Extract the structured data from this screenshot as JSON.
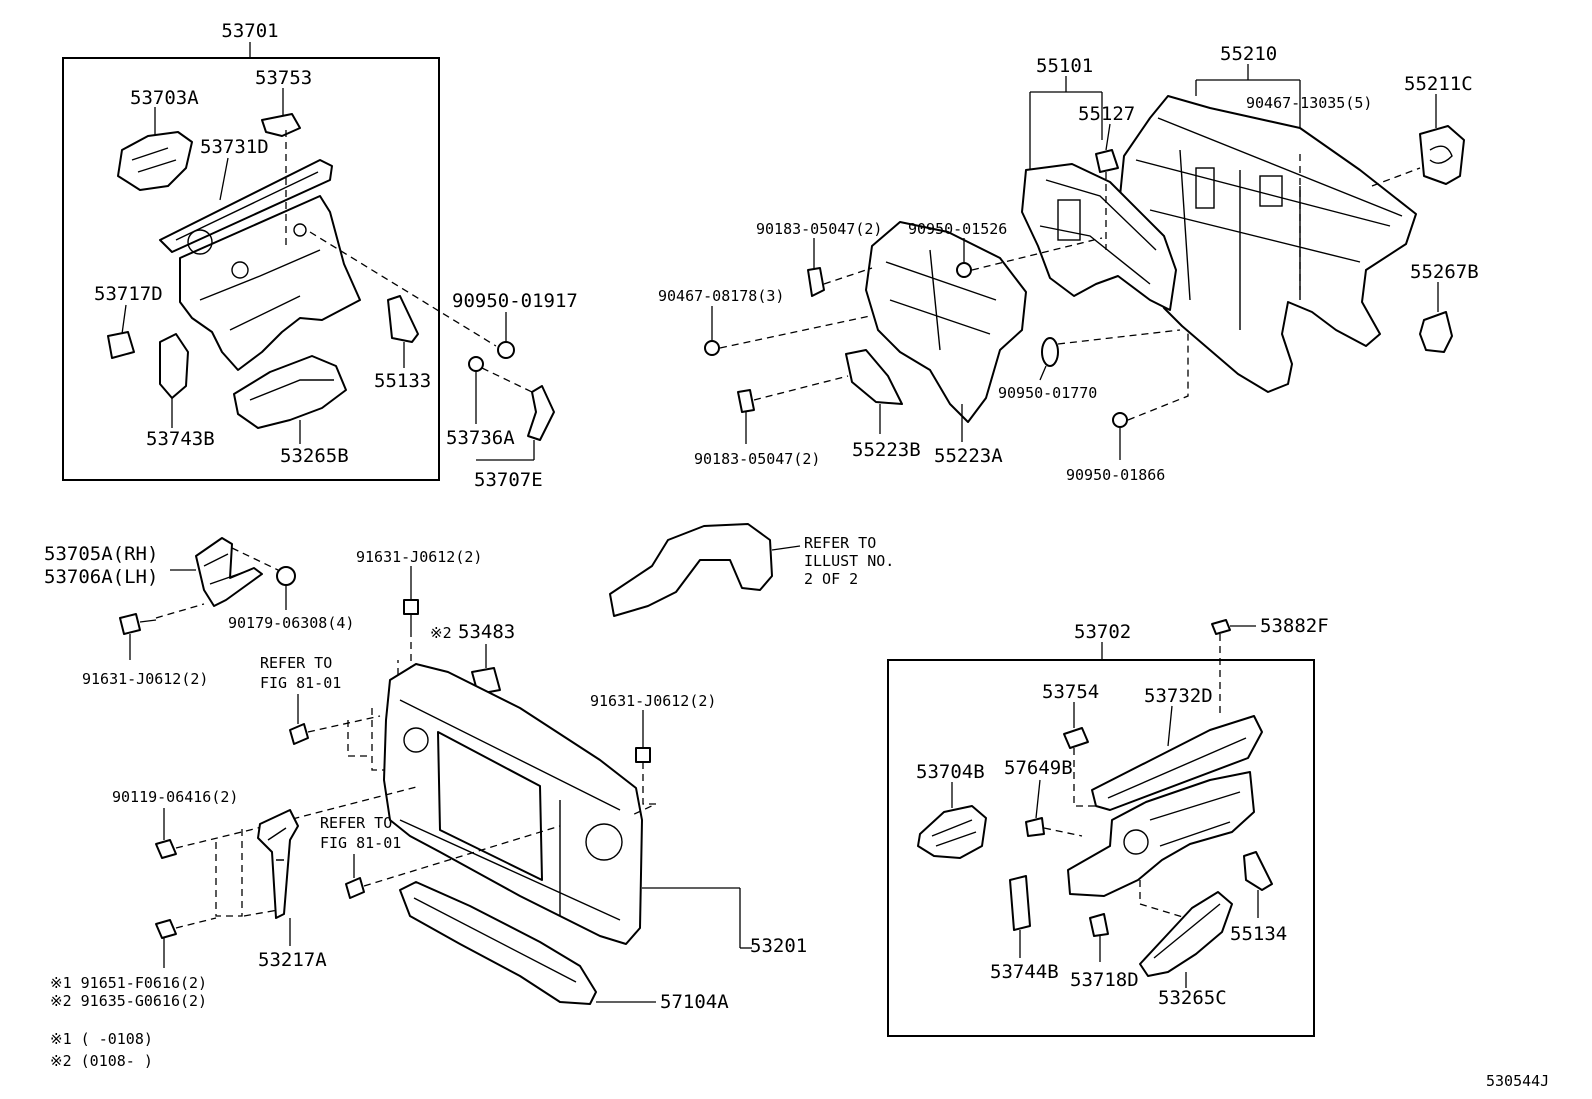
{
  "labels": {
    "p53701": "53701",
    "p53703A": "53703A",
    "p53753": "53753",
    "p53731D": "53731D",
    "p53717D": "53717D",
    "p55133": "55133",
    "p53743B": "53743B",
    "p53265B": "53265B",
    "p90950_01917": "90950-01917",
    "p53736A": "53736A",
    "p53707E": "53707E",
    "p55101": "55101",
    "p55210": "55210",
    "p55211C": "55211C",
    "p90467_13035": "90467-13035(5)",
    "p55127": "55127",
    "p90183_05047a": "90183-05047(2)",
    "p90950_01526": "90950-01526",
    "p90467_08178": "90467-08178(3)",
    "p55267B": "55267B",
    "p90950_01770": "90950-01770",
    "p90183_05047b": "90183-05047(2)",
    "p55223B": "55223B",
    "p55223A": "55223A",
    "p90950_01866": "90950-01866",
    "p53705A": "53705A(RH)",
    "p53706A": "53706A(LH)",
    "p91631_top": "91631-J0612(2)",
    "p90179_06308": "90179-06308(4)",
    "p91631_left": "91631-J0612(2)",
    "p53483": "53483",
    "p53483_mark": "※2",
    "refer_fig_1a": "REFER TO",
    "refer_fig_1b": "FIG 81-01",
    "p91631_right": "91631-J0612(2)",
    "p90119_06416": "90119-06416(2)",
    "refer_fig_2a": "REFER TO",
    "refer_fig_2b": "FIG 81-01",
    "p53217A": "53217A",
    "p53201": "53201",
    "p57104A": "57104A",
    "p91651": "※1 91651-F0616(2)",
    "p91635": "※2 91635-G0616(2)",
    "refer_illust_a": "REFER TO",
    "refer_illust_b": "ILLUST NO.",
    "refer_illust_c": "2 OF 2",
    "p53702": "53702",
    "p53882F": "53882F",
    "p53754": "53754",
    "p53732D": "53732D",
    "p53704B": "53704B",
    "p57649B": "57649B",
    "p55134": "55134",
    "p53744B": "53744B",
    "p53718D": "53718D",
    "p53265C": "53265C"
  },
  "footnotes": {
    "note1": "※1 (     -0108)",
    "note2": "※2 (0108-     )"
  },
  "illustration_id": "530544J"
}
